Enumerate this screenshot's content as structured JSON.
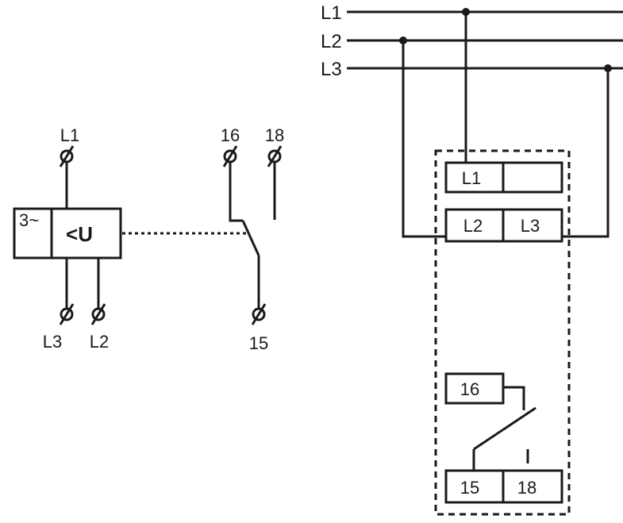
{
  "colors": {
    "line": "#1a1a1a",
    "background": "#ffffff"
  },
  "left_symbol": {
    "terminal_top": "L1",
    "terminal_bottom_left": "L3",
    "terminal_bottom_right": "L2",
    "phase_label": "3~",
    "function_label": "<U",
    "contact_terminal_16": "16",
    "contact_terminal_18": "18",
    "contact_terminal_15": "15"
  },
  "right_wiring": {
    "bus_l1": "L1",
    "bus_l2": "L2",
    "bus_l3": "L3",
    "device_terminal_l1": "L1",
    "device_terminal_l2": "L2",
    "device_terminal_l3": "L3",
    "device_terminal_16": "16",
    "device_terminal_15": "15",
    "device_terminal_18": "18"
  }
}
